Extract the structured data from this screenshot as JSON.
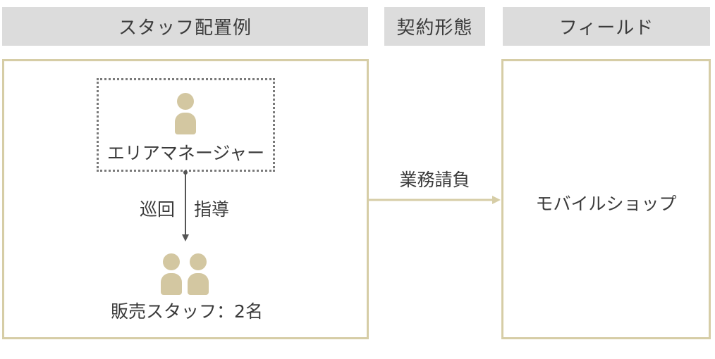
{
  "headers": {
    "staff": "スタッフ配置例",
    "contract": "契約形態",
    "field": "フィールド"
  },
  "staff_panel": {
    "manager_label": "エリアマネージャー",
    "patrol_label": "巡回",
    "guidance_label": "指導",
    "sales_staff_label": "販売スタッフ：2名"
  },
  "contract": {
    "label": "業務請負"
  },
  "field_panel": {
    "label": "モバイルショップ"
  },
  "colors": {
    "header_bg": "#dcdcdc",
    "panel_border": "#d6cda6",
    "person_icon": "#d3c7a1",
    "arrow_gray": "#555555",
    "arrow_tan": "#d6cda6",
    "text": "#3a3a3a"
  }
}
